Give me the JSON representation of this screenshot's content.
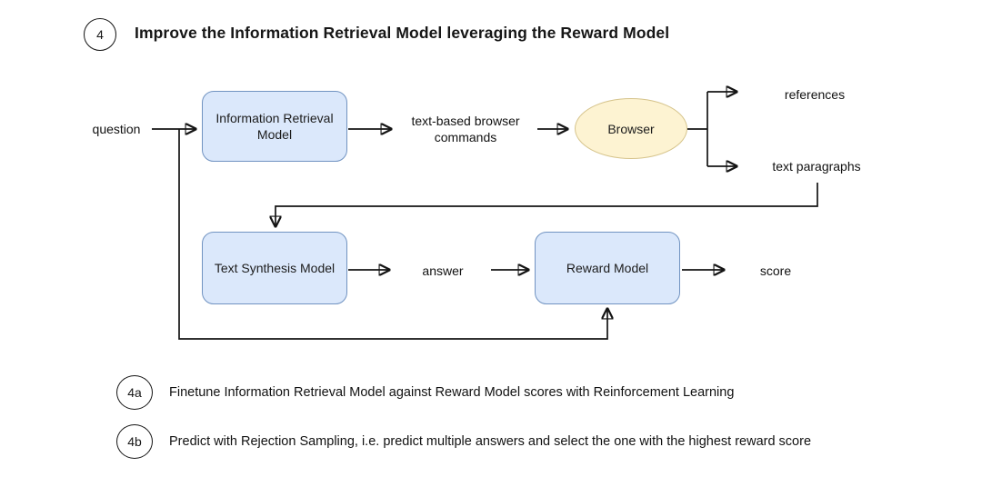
{
  "title": {
    "badge": "4",
    "text": "Improve the Information Retrieval Model leveraging the Reward Model"
  },
  "flow": {
    "question_label": "question",
    "ir_model_label": "Information Retrieval Model",
    "commands_label": "text-based browser commands",
    "browser_label": "Browser",
    "references_label": "references",
    "text_paragraphs_label": "text paragraphs",
    "synthesis_model_label": "Text Synthesis Model",
    "answer_label": "answer",
    "reward_model_label": "Reward Model",
    "score_label": "score"
  },
  "notes": [
    {
      "badge": "4a",
      "text": "Finetune Information Retrieval Model against Reward Model scores with Reinforcement Learning"
    },
    {
      "badge": "4b",
      "text": "Predict with Rejection Sampling, i.e. predict multiple answers and select the one with the highest reward score"
    }
  ],
  "colors": {
    "model_box_fill": "#dbe8fb",
    "model_box_border": "#7193c1",
    "browser_fill": "#fdf3d2",
    "browser_border": "#d6c48c",
    "line": "#141414",
    "text": "#161616"
  }
}
